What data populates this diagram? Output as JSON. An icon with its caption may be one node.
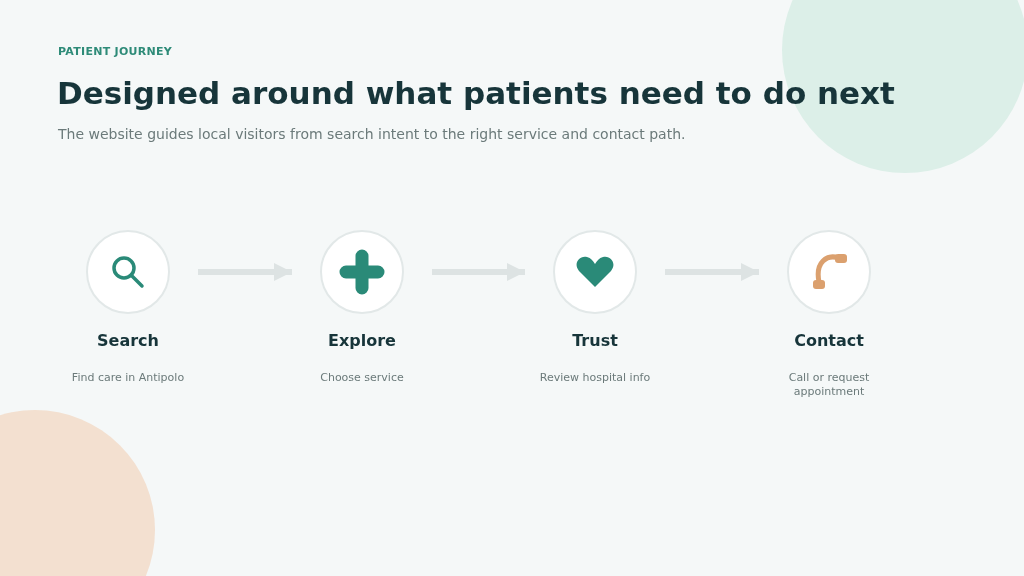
{
  "diagram": {
    "title": "Designed around what patients need to do next",
    "nodes": [
      {
        "text": [
          "Search",
          "Find care in Antipolo"
        ]
      },
      {
        "text": [
          "Explore",
          "Choose service"
        ]
      },
      {
        "text": [
          "Trust",
          "Review hospital info"
        ]
      },
      {
        "text": [
          "Contact",
          "Call or request appointment"
        ]
      }
    ],
    "edges": [
      {
        "from": 0,
        "to": 1,
        "arrow": "to"
      },
      {
        "from": 1,
        "to": 2,
        "arrow": "to"
      },
      {
        "from": 2,
        "to": 3,
        "arrow": "to"
      }
    ],
    "labels": [
      "PATIENT JOURNEY",
      "The website guides local visitors from search intent to the right service and contact path."
    ]
  }
}
